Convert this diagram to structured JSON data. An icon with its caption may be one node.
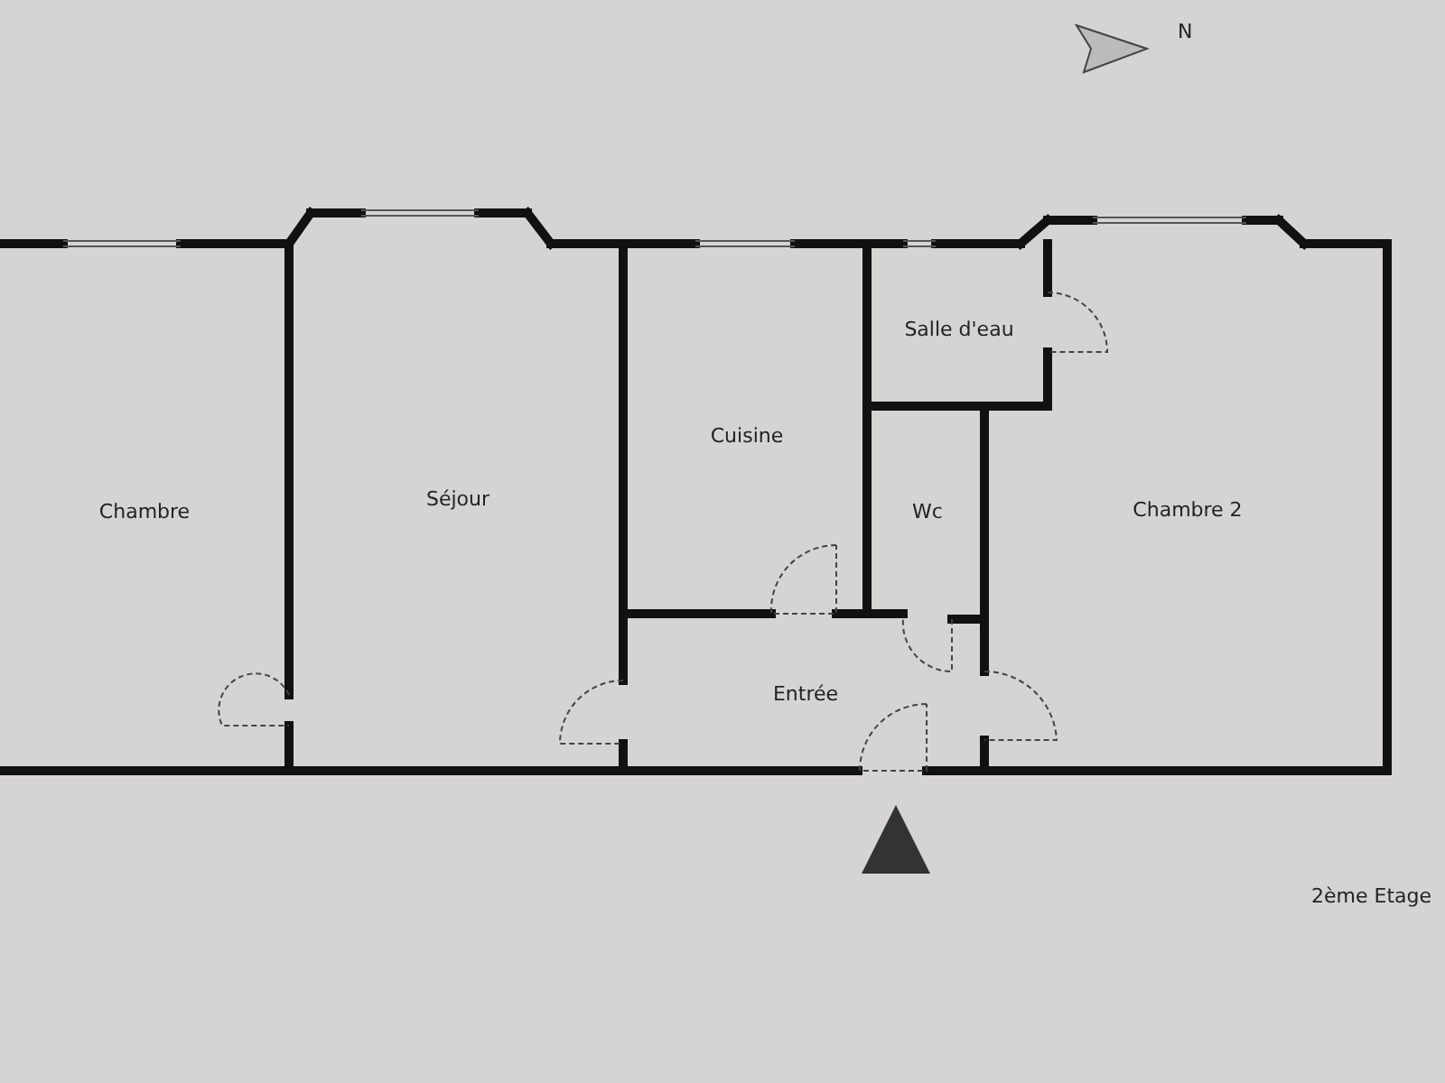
{
  "diagram": {
    "nodes": [
      {
        "text": [
          "Chambre"
        ]
      },
      {
        "text": [
          "Séjour"
        ]
      },
      {
        "text": [
          "Cuisine"
        ]
      },
      {
        "text": [
          "Salle d'eau"
        ]
      },
      {
        "text": [
          "Wc"
        ]
      },
      {
        "text": [
          "Chambre 2"
        ]
      },
      {
        "text": [
          "Entrée"
        ]
      }
    ],
    "edges": [],
    "labels": [
      "N",
      "2ème Etage"
    ]
  }
}
